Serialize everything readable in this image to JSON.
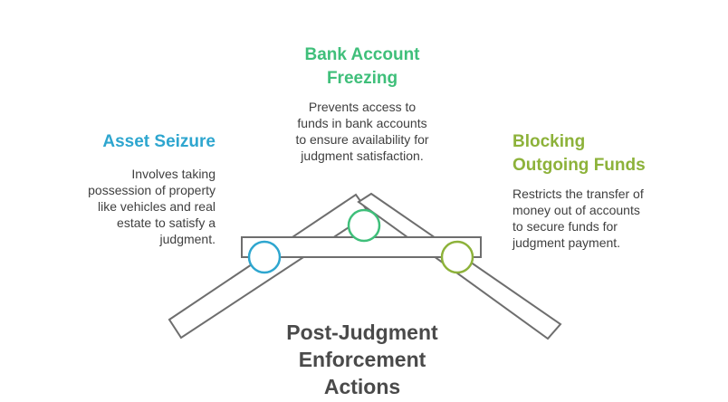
{
  "main_title": {
    "line1": "Post-Judgment",
    "line2": "Enforcement",
    "line3": "Actions"
  },
  "items": {
    "asset_seizure": {
      "title": "Asset Seizure",
      "desc": [
        "Involves taking",
        "possession of property",
        "like vehicles and real",
        "estate to satisfy a",
        "judgment."
      ],
      "color": "#2ea6cf"
    },
    "bank_freezing": {
      "title": [
        "Bank Account",
        "Freezing"
      ],
      "desc": [
        "Prevents access to",
        "funds in bank accounts",
        "to ensure availability for",
        "judgment satisfaction."
      ],
      "color": "#3fbf7a"
    },
    "blocking_funds": {
      "title": [
        "Blocking",
        "Outgoing Funds"
      ],
      "desc": [
        "Restricts the transfer of",
        "money out of accounts",
        "to secure funds for",
        "judgment payment."
      ],
      "color": "#8db23a"
    }
  },
  "shape_outline_color": "#6e6e6e"
}
